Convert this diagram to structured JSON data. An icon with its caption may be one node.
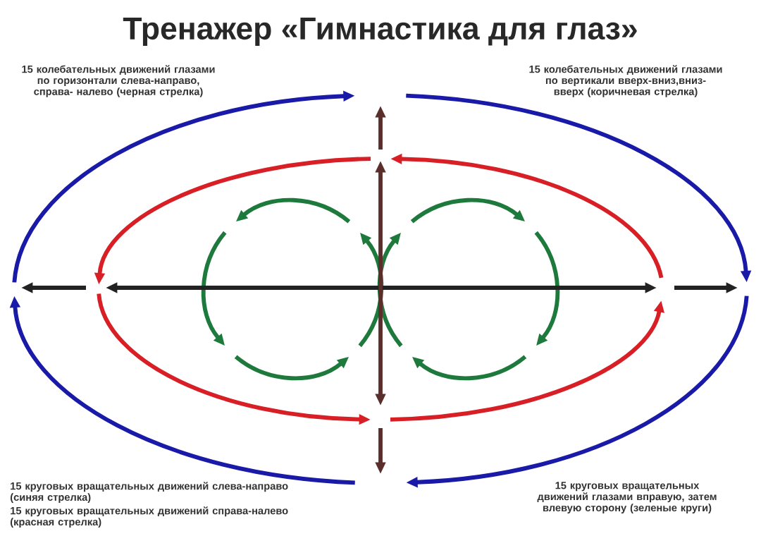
{
  "diagram": {
    "title": "Тренажер «Гимнастика для глаз»",
    "labels": [
      "15 колебательных движений глазами по горизонтали слева-направо, справа- налево (черная стрелка)",
      "15 колебательных движений глазами по вертикали вверх-вниз,вниз-вверх (коричневая стрелка)",
      "15 круговых вращательных движений слева-направо (синяя стрелка)",
      "15 круговых вращательных движений справа-налево (красная стрелка)",
      "15 круговых вращательных движений глазами вправую, затем влевую сторону (зеленые круги)"
    ]
  }
}
